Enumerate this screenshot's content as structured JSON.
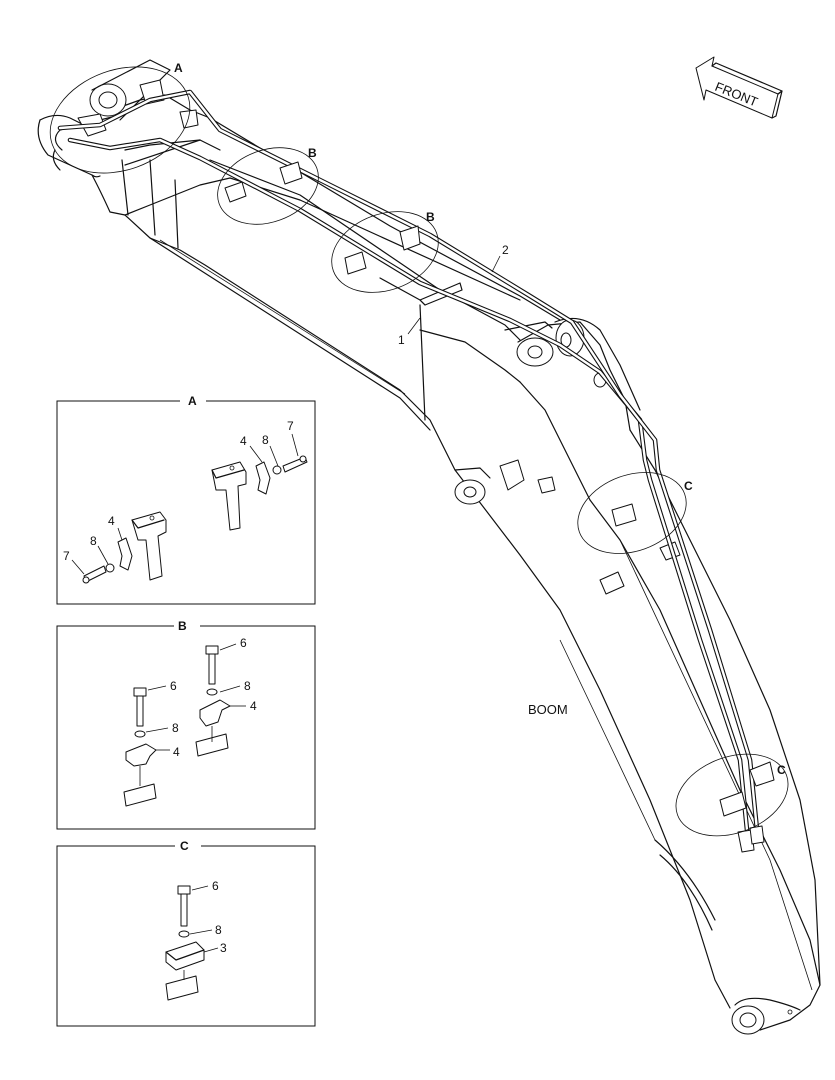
{
  "diagram": {
    "direction_label": "FRONT",
    "component_label": "BOOM",
    "callouts": {
      "pipe_1": "1",
      "pipe_2": "2",
      "detail_a_top": "A",
      "detail_b_first": "B",
      "detail_b_second": "B",
      "detail_c_first": "C",
      "detail_c_second": "C"
    },
    "detail_a": {
      "title": "A",
      "labels": {
        "upper_bracket": "4",
        "upper_washer": "8",
        "upper_bolt": "7",
        "lower_bracket": "4",
        "lower_washer": "8",
        "lower_bolt": "7"
      }
    },
    "detail_b": {
      "title": "B",
      "labels": {
        "upper_bolt": "6",
        "upper_washer": "8",
        "upper_clamp": "4",
        "lower_bolt": "6",
        "lower_washer": "8",
        "lower_clamp": "4"
      }
    },
    "detail_c": {
      "title": "C",
      "labels": {
        "bolt": "6",
        "washer": "8",
        "clamp": "3"
      }
    }
  }
}
